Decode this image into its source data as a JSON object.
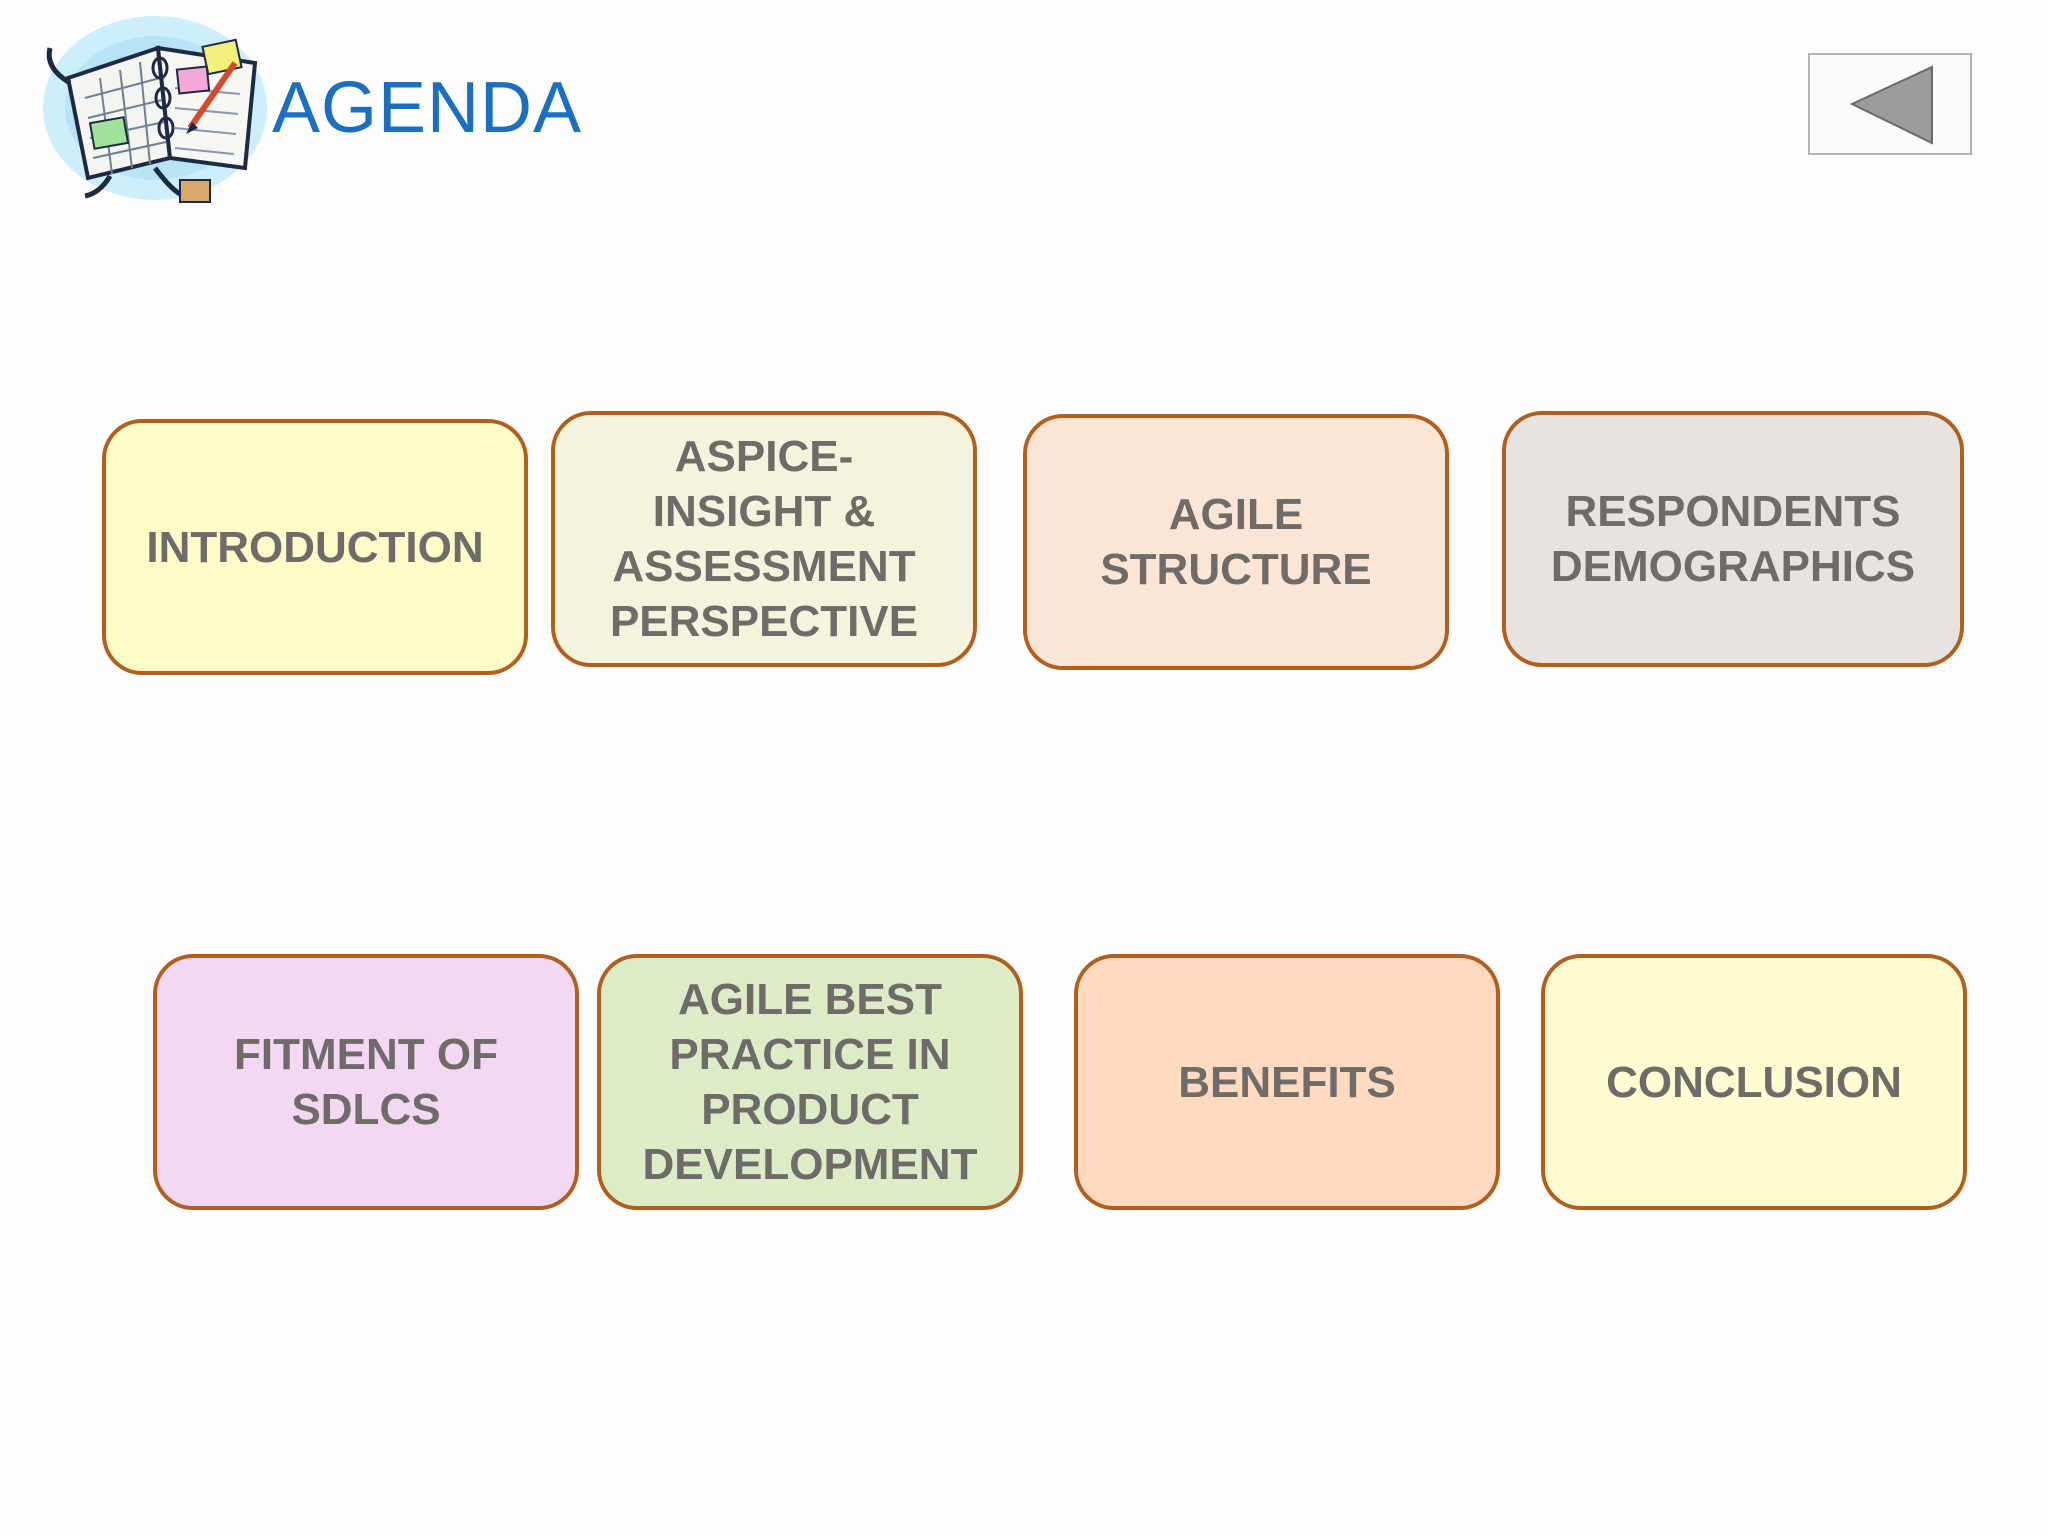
{
  "header": {
    "title": "AGENDA",
    "logo_icon": "planner-book-icon"
  },
  "nav": {
    "back_icon": "triangle-left-icon"
  },
  "tiles": [
    {
      "label": "INTRODUCTION",
      "color": "#fdfcc8"
    },
    {
      "label": "ASPICE-\nINSIGHT &\nASSESSMENT\nPERSPECTIVE",
      "color": "#f4f3dc"
    },
    {
      "label": "AGILE\nSTRUCTURE",
      "color": "#fbe6d6"
    },
    {
      "label": "RESPONDENTS\nDEMOGRAPHICS",
      "color": "#e6e3e0"
    },
    {
      "label": "FITMENT OF\nSDLCS",
      "color": "#f4d7f2"
    },
    {
      "label": "AGILE BEST\nPRACTICE IN\nPRODUCT\nDEVELOPMENT",
      "color": "#dcecc6"
    },
    {
      "label": "BENEFITS",
      "color": "#fedac1"
    },
    {
      "label": "CONCLUSION",
      "color": "#fefdd2"
    }
  ],
  "colors": {
    "title": "#1a6fc0",
    "border": "#b25f1e",
    "text": "#6e6b68"
  }
}
